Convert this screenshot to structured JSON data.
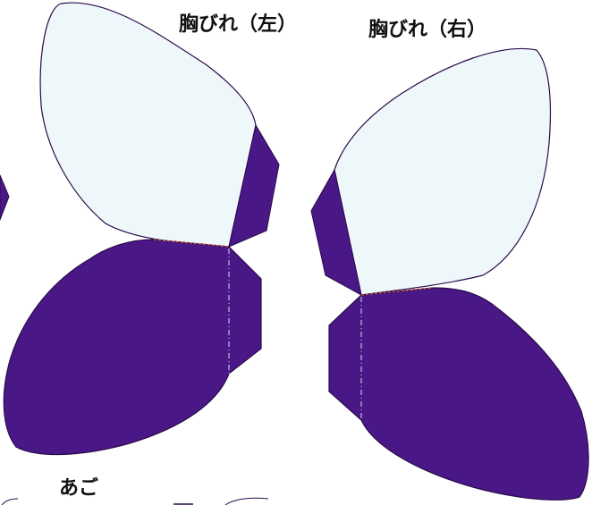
{
  "labels": {
    "pectoral_fin_left": "胸びれ（左）",
    "pectoral_fin_right": "胸びれ（右）",
    "jaw": "あご"
  },
  "colors": {
    "fin_fill": "#4a1786",
    "fin_light": "#eef8fb",
    "outline": "#2a0b4a",
    "fold_line": "#d8d8f0",
    "glue_edge": "#e86a2a"
  }
}
